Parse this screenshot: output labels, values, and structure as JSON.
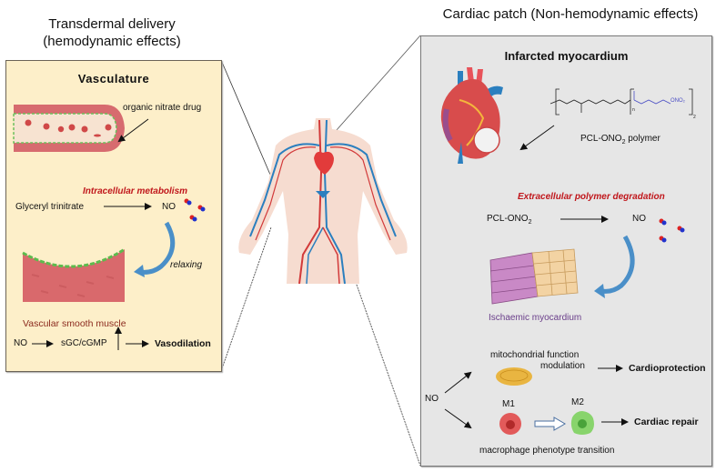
{
  "left_panel": {
    "title_line1": "Transdermal delivery",
    "title_line2": "(hemodynamic effects)",
    "box_heading": "Vasculature",
    "drug_label": "organic nitrate drug",
    "process_label": "Intracellular metabolism",
    "source_label": "Glyceryl trinitrate",
    "product_label": "NO",
    "relax_label": "relaxing",
    "tissue_label": "Vascular smooth muscle",
    "pathway": {
      "start": "NO",
      "middle": "sGC/cGMP",
      "end": "Vasodilation"
    }
  },
  "right_panel": {
    "title": "Cardiac patch (Non-hemodynamic effects)",
    "box_heading": "Infarcted myocardium",
    "polymer_label_main": "PCL-ONO",
    "polymer_label_sub": "2",
    "polymer_label_suffix": " polymer",
    "process_label": "Extracellular polymer degradation",
    "source_label_main": "PCL-ONO",
    "source_label_sub": "2",
    "product_label": "NO",
    "tissue_label": "Ischaemic myocardium",
    "effects": {
      "start": "NO",
      "mito_line1": "mitochondrial function",
      "mito_line2": "modulation",
      "cardioprotection": "Cardioprotection",
      "m1": "M1",
      "m2": "M2",
      "repair": "Cardiac repair",
      "macrophage_label": "macrophage phenotype transition"
    },
    "chem": {
      "ono2": "ONO₂",
      "n": "n",
      "sub2": "2"
    }
  },
  "colors": {
    "left_box_bg": "#fdefc9",
    "right_box_bg": "#e6e6e6",
    "process_red": "#c0161b",
    "tissue_brown": "#8b2a1e",
    "ischaemic_purple": "#6a3e8a",
    "curved_arrow_blue": "#4a8fc8"
  }
}
